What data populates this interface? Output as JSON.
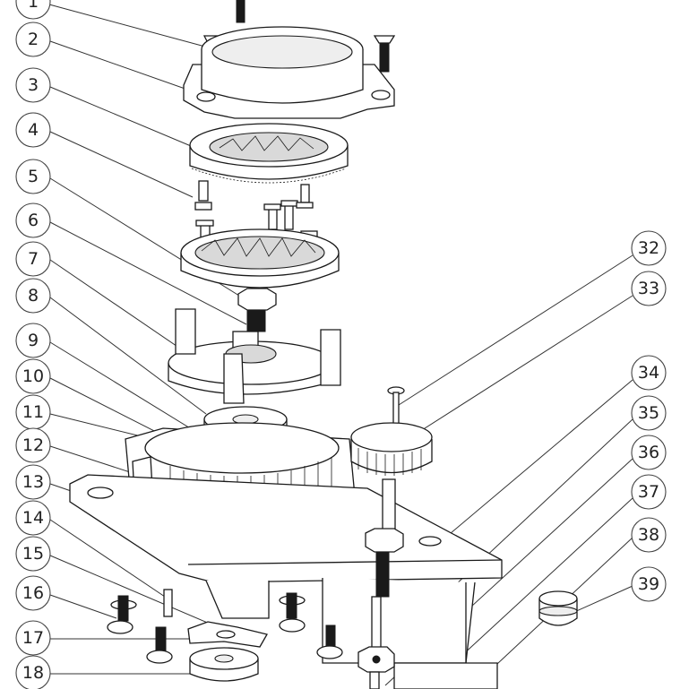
{
  "diagram": {
    "callouts_left": [
      {
        "label": "1"
      },
      {
        "label": "2"
      },
      {
        "label": "3"
      },
      {
        "label": "4"
      },
      {
        "label": "5"
      },
      {
        "label": "6"
      },
      {
        "label": "7"
      },
      {
        "label": "8"
      },
      {
        "label": "9"
      },
      {
        "label": "10"
      },
      {
        "label": "11"
      },
      {
        "label": "12"
      },
      {
        "label": "13"
      },
      {
        "label": "14"
      },
      {
        "label": "15"
      },
      {
        "label": "16"
      },
      {
        "label": "17"
      },
      {
        "label": "18"
      }
    ],
    "callouts_right": [
      {
        "label": "32"
      },
      {
        "label": "33"
      },
      {
        "label": "34"
      },
      {
        "label": "35"
      },
      {
        "label": "36"
      },
      {
        "label": "37"
      },
      {
        "label": "38"
      },
      {
        "label": "39"
      }
    ]
  }
}
